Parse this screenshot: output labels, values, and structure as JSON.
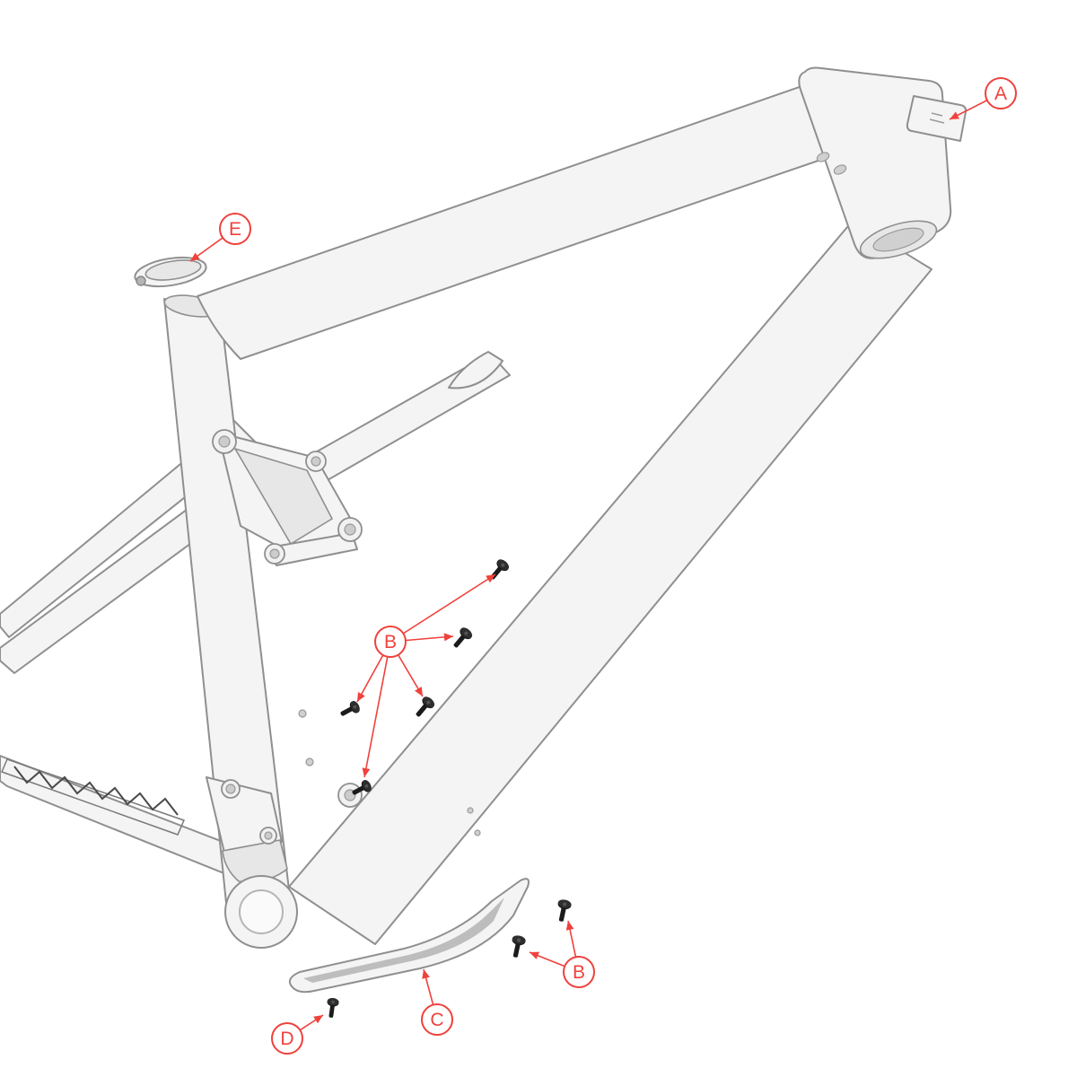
{
  "diagram": {
    "callouts": [
      {
        "label": "A"
      },
      {
        "label": "B"
      },
      {
        "label": "C"
      },
      {
        "label": "D"
      },
      {
        "label": "E"
      }
    ]
  },
  "colors": {
    "callout_red": "#f0413c",
    "frame_fill": "#f4f4f4",
    "frame_stroke": "#8f8f8f",
    "bolt_black": "#1b1b1b",
    "background": "#ffffff"
  }
}
